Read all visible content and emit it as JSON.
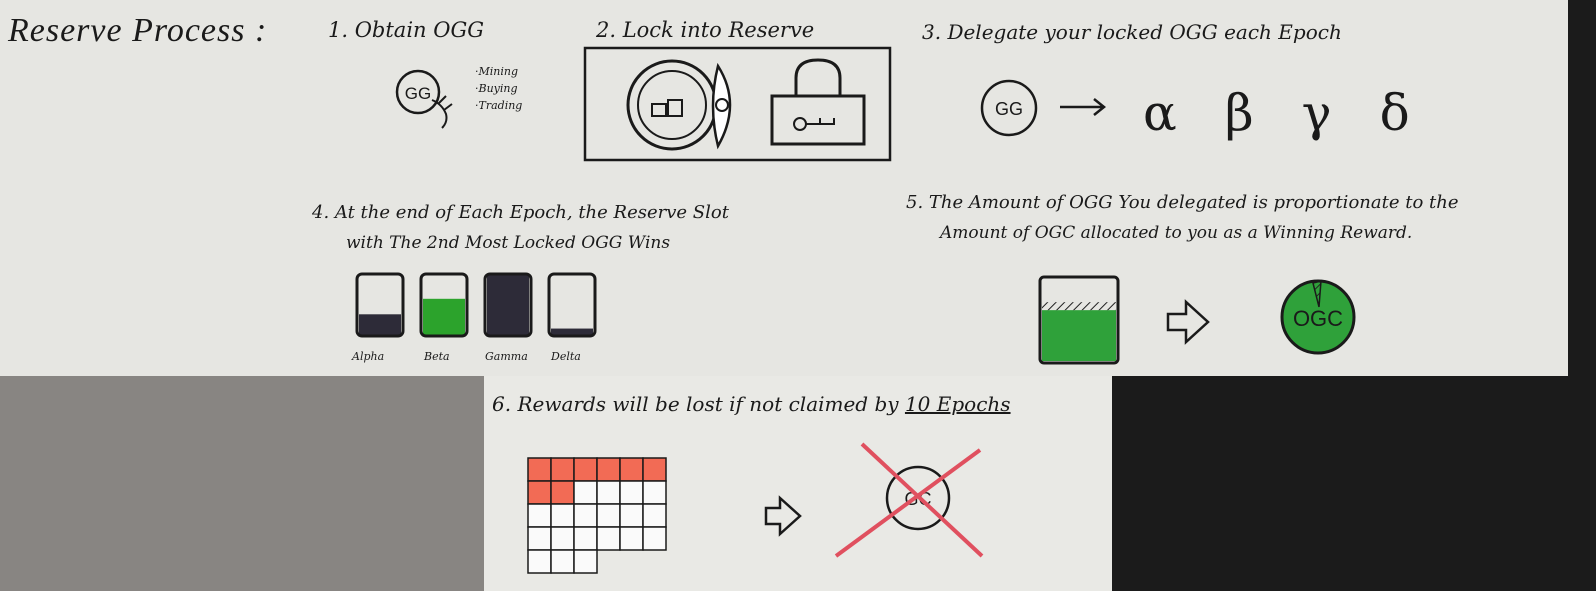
{
  "title": "Reserve Process :",
  "steps": {
    "s1": "1. Obtain OGG",
    "s2": "2. Lock into Reserve",
    "s3": "3. Delegate your locked OGG each Epoch",
    "s4_line1": "4. At the end of Each Epoch, the Reserve Slot",
    "s4_line2": "with The 2nd Most Locked OGG Wins",
    "s5_line1": "5. The Amount of OGG You delegated is proportionate to the",
    "s5_line2": "Amount of OGC allocated to you as a Winning Reward.",
    "s6_text": "6. Rewards will be lost if not claimed by ",
    "s6_underlined": "10 Epochs"
  },
  "obtain_methods": [
    "·Mining",
    "·Buying",
    "·Trading"
  ],
  "coins": {
    "ogg": "GG",
    "ogc_reward": "OGC",
    "ogc_lost": "GC"
  },
  "greek_letters": [
    "α",
    "β",
    "γ",
    "δ"
  ],
  "slots": [
    {
      "label": "Alpha",
      "fill": 0.35,
      "color": "#2d2b38"
    },
    {
      "label": "Beta",
      "fill": 0.6,
      "color": "#2ca32c"
    },
    {
      "label": "Gamma",
      "fill": 1.0,
      "color": "#2d2b38"
    },
    {
      "label": "Delta",
      "fill": 0.12,
      "color": "#2d2b38"
    }
  ],
  "reward_bar": {
    "fill": 0.62,
    "color": "#2fa13a"
  },
  "epoch_grid": {
    "cols": 6,
    "rows": 5,
    "filled_top_row": 6,
    "filled_second_row": 2,
    "accent": "#f26b55"
  },
  "colors": {
    "green": "#2fa13a",
    "red_cross": "#e0505f"
  }
}
